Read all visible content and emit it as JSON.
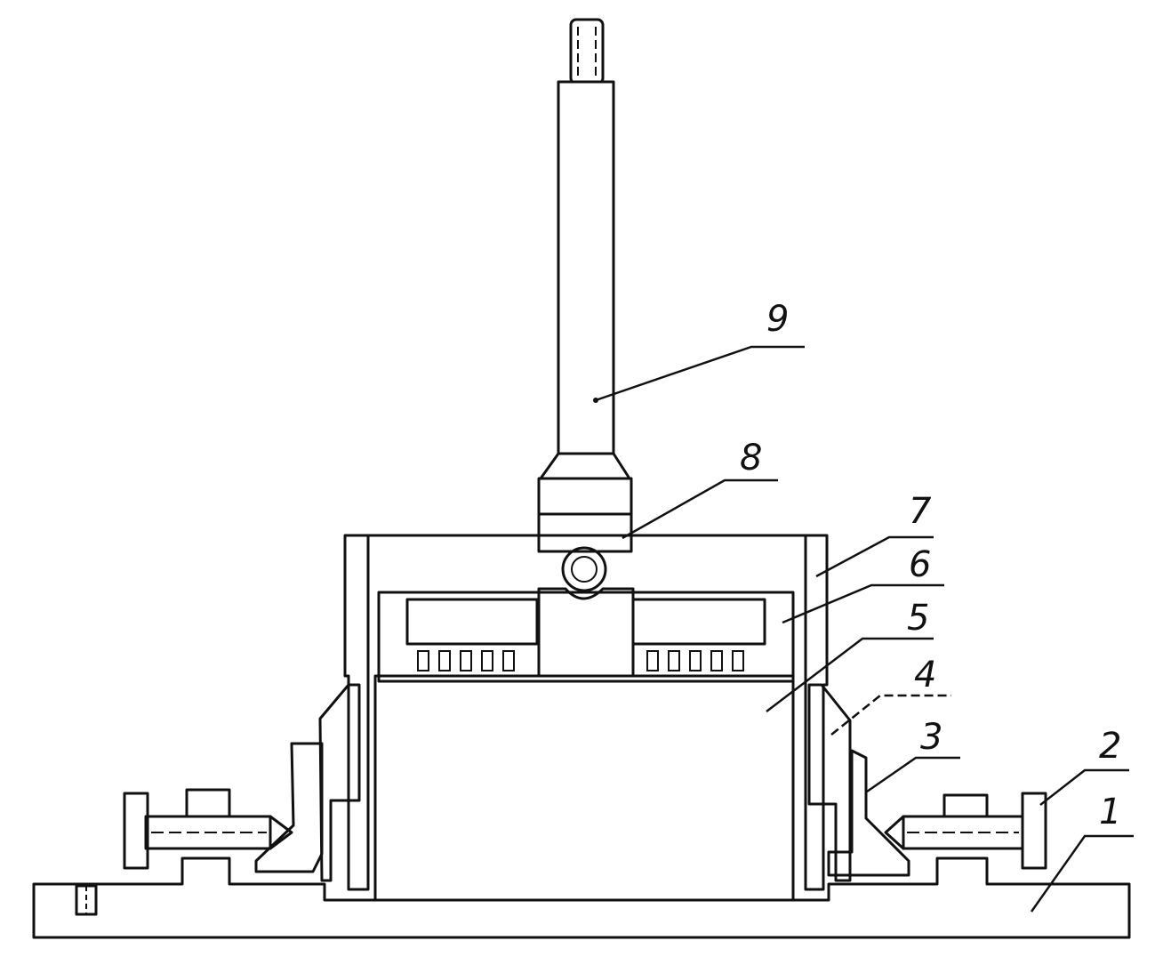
{
  "diagram": {
    "callouts": [
      {
        "id": "1",
        "label": "1"
      },
      {
        "id": "2",
        "label": "2"
      },
      {
        "id": "3",
        "label": "3"
      },
      {
        "id": "4",
        "label": "4"
      },
      {
        "id": "5",
        "label": "5"
      },
      {
        "id": "6",
        "label": "6"
      },
      {
        "id": "7",
        "label": "7"
      },
      {
        "id": "8",
        "label": "8"
      },
      {
        "id": "9",
        "label": "9"
      }
    ],
    "colors": {
      "ink": "#111111",
      "paper": "#ffffff"
    }
  }
}
